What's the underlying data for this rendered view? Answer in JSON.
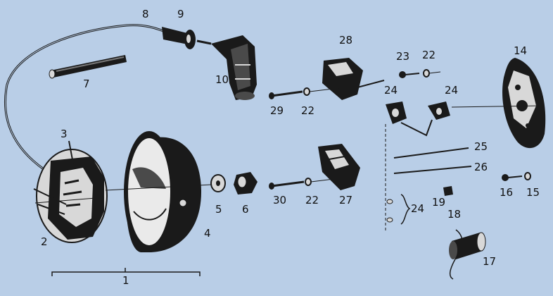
{
  "background": "#b9cee7",
  "ink": "#1a1a1a",
  "labels": {
    "l1": "1",
    "l2": "2",
    "l3": "3",
    "l4": "4",
    "l5": "5",
    "l6": "6",
    "l7": "7",
    "l8": "8",
    "l9": "9",
    "l10": "10",
    "l14": "14",
    "l15": "15",
    "l16": "16",
    "l17": "17",
    "l18": "18",
    "l19": "19",
    "l22a": "22",
    "l22b": "22",
    "l22c": "22",
    "l23": "23",
    "l24a": "24",
    "l24b": "24",
    "l24c": "24",
    "l25": "25",
    "l26": "26",
    "l27": "27",
    "l28": "28",
    "l29": "29",
    "l30": "30"
  }
}
